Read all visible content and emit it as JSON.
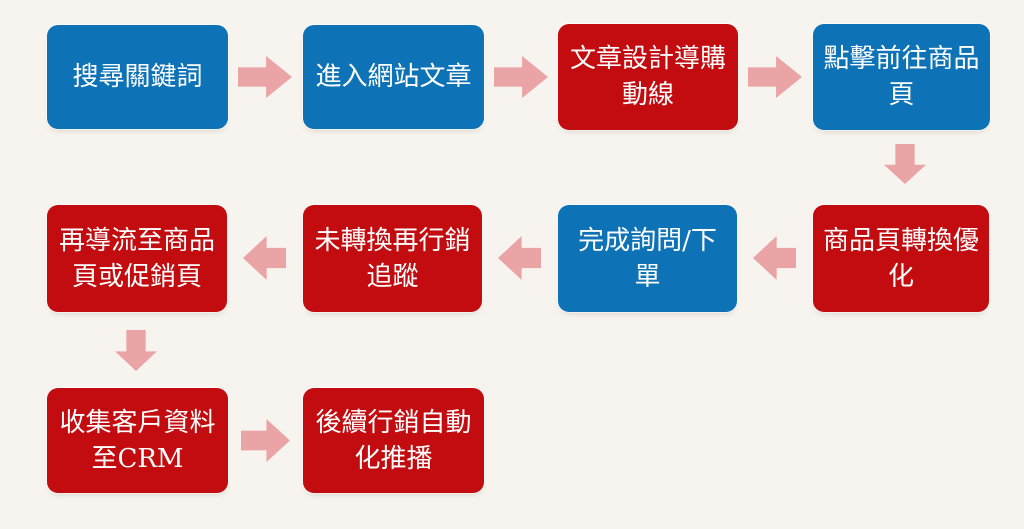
{
  "canvas": {
    "background": "#F7F4EF"
  },
  "colors": {
    "node_blue": "#0E72B7",
    "node_red": "#C20C10",
    "arrow_pink": "#EBA4A5",
    "node_text": "#FFFFFF"
  },
  "flowchart": {
    "nodes": [
      {
        "label": "搜尋關鍵詞",
        "color": "blue"
      },
      {
        "label": "進入網站文章",
        "color": "blue"
      },
      {
        "label": "文章設計導購\n動線",
        "color": "red"
      },
      {
        "label": "點擊前往商品\n頁",
        "color": "blue"
      },
      {
        "label": "商品頁轉換優\n化",
        "color": "red"
      },
      {
        "label": "完成詢問/下\n單",
        "color": "blue"
      },
      {
        "label": "未轉換再行銷\n追蹤",
        "color": "red"
      },
      {
        "label": "再導流至商品\n頁或促銷頁",
        "color": "red"
      },
      {
        "label": "收集客戶資料\n至CRM",
        "color": "red"
      },
      {
        "label": "後續行銷自動\n化推播",
        "color": "red"
      }
    ],
    "arrows": [
      {
        "direction": "right",
        "from": 1,
        "to": 2
      },
      {
        "direction": "right",
        "from": 2,
        "to": 3
      },
      {
        "direction": "right",
        "from": 3,
        "to": 4
      },
      {
        "direction": "down",
        "from": 4,
        "to": 5
      },
      {
        "direction": "left",
        "from": 5,
        "to": 6
      },
      {
        "direction": "left",
        "from": 6,
        "to": 7
      },
      {
        "direction": "left",
        "from": 7,
        "to": 8
      },
      {
        "direction": "down",
        "from": 8,
        "to": 9
      },
      {
        "direction": "right",
        "from": 9,
        "to": 10
      }
    ]
  }
}
